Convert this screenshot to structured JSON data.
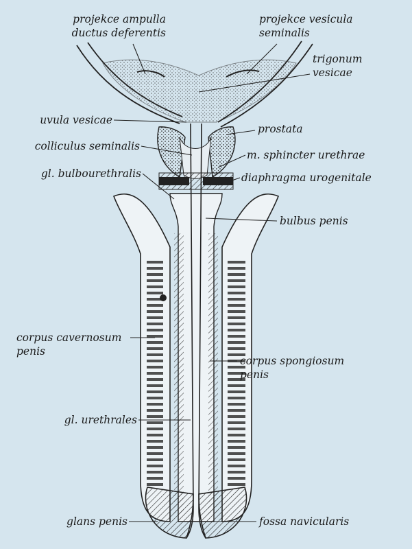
{
  "labels": {
    "ampulla_l1": "projekce ampulla",
    "ampulla_l2": "ductus deferentis",
    "vesicula_l1": "projekce vesicula",
    "vesicula_l2": "seminalis",
    "trigonum_l1": "trigonum",
    "trigonum_l2": "vesicae",
    "uvula": "uvula vesicae",
    "prostata": "prostata",
    "colliculus": "colliculus seminalis",
    "sphincter": "m. sphincter urethrae",
    "bulbourethralis": "gl. bulbourethralis",
    "diaphragma": "diaphragma urogenitale",
    "bulbus": "bulbus penis",
    "cavernosum_l1": "corpus cavernosum",
    "cavernosum_l2": "penis",
    "spongiosum_l1": "corpus spongiosum",
    "spongiosum_l2": "penis",
    "urethrales": "gl. urethrales",
    "glans": "glans penis",
    "fossa": "fossa navicularis"
  },
  "colors": {
    "background": "#d5e5ee",
    "ink": "#1a1a1a"
  }
}
